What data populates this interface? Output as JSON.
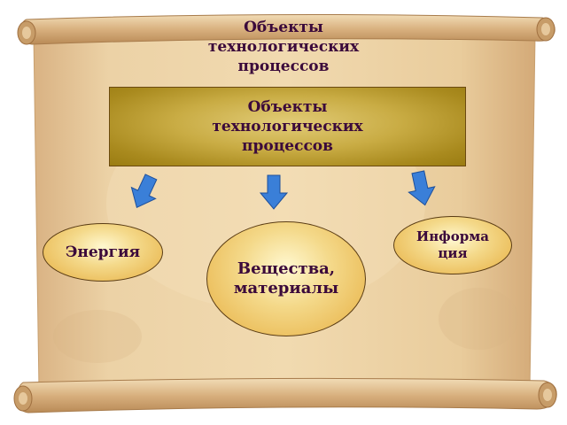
{
  "diagram": {
    "title": "Объекты технологических процессов",
    "main_box": "Объекты технологических процессов",
    "nodes": [
      {
        "id": "energy",
        "label": "Энергия"
      },
      {
        "id": "substances",
        "label": "Вещества, материалы"
      },
      {
        "id": "information",
        "label": "Информация"
      }
    ]
  },
  "colors": {
    "text": "#3b0a3b",
    "main_box_fill": "#c2a53c",
    "oval_fill": "#f0cc72",
    "arrow": "#3a7fd8",
    "parchment": "#e7c99a"
  },
  "icons": [
    "parchment-scroll-icon",
    "arrow-down-icon"
  ]
}
